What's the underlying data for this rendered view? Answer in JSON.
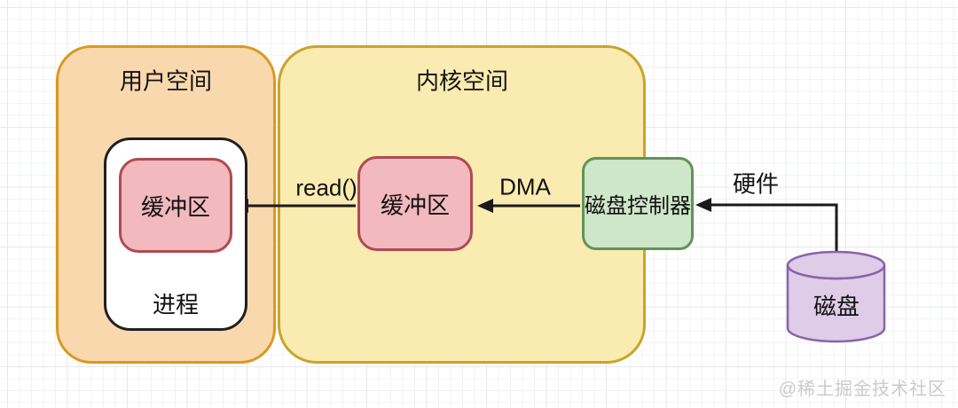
{
  "diagram": {
    "user_space": {
      "label": "用户空间"
    },
    "process": {
      "label": "进程"
    },
    "user_buffer": {
      "label": "缓冲区"
    },
    "kernel_space": {
      "label": "内核空间"
    },
    "kernel_buffer": {
      "label": "缓冲区"
    },
    "disk_controller": {
      "label": "磁盘控制器"
    },
    "disk": {
      "label": "磁盘"
    },
    "arrows": {
      "read": {
        "label": "read()"
      },
      "dma": {
        "label": "DMA"
      },
      "hardware": {
        "label": "硬件"
      }
    }
  },
  "watermark": "@稀土掘金技术社区",
  "colors": {
    "user_space_fill": "#FAD8AE",
    "user_space_border": "#D9991F",
    "kernel_space_fill": "#FAEBB1",
    "kernel_space_border": "#C9A42C",
    "buffer_fill": "#F2B9BE",
    "buffer_border": "#B04A52",
    "controller_fill": "#CEE6C9",
    "controller_border": "#62925B",
    "disk_fill": "#DECCE8",
    "disk_border": "#8A63A9",
    "arrow": "#1a1a1a",
    "watermark": "#cbcbcb"
  }
}
